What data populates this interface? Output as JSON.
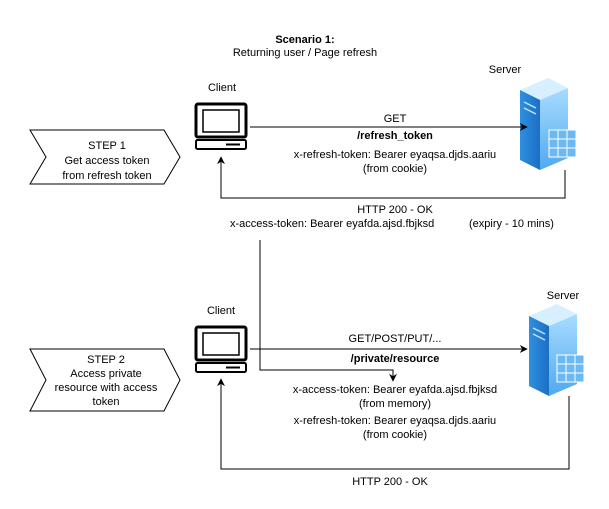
{
  "title": {
    "line1": "Scenario 1:",
    "line2": "Returning user / Page refresh"
  },
  "nodes": {
    "client_top_label": "Client",
    "server_top_label": "Server",
    "client_bottom_label": "Client",
    "server_bottom_label": "Server"
  },
  "steps": [
    {
      "label_lines": [
        "STEP 1",
        "Get access token",
        "from refresh token"
      ]
    },
    {
      "label_lines": [
        "STEP 2",
        "Access private",
        "resource with access",
        "token"
      ]
    }
  ],
  "request1": {
    "method": "GET",
    "path": "/refresh_token",
    "header": "x-refresh-token: Bearer eyaqsa.djds.aariu",
    "header_source": "(from cookie)"
  },
  "response1": {
    "status": "HTTP 200 - OK",
    "access_token": "x-access-token: Bearer eyafda.ajsd.fbjksd",
    "expiry": "(expiry - 10 mins)"
  },
  "request2": {
    "method": "GET/POST/PUT/...",
    "path": "/private/resource",
    "access_header": "x-access-token: Bearer eyafda.ajsd.fbjksd",
    "access_source": "(from memory)",
    "refresh_header": "x-refresh-token: Bearer eyaqsa.djds.aariu",
    "refresh_source": "(from cookie)"
  },
  "response2": {
    "status": "HTTP 200 - OK"
  }
}
